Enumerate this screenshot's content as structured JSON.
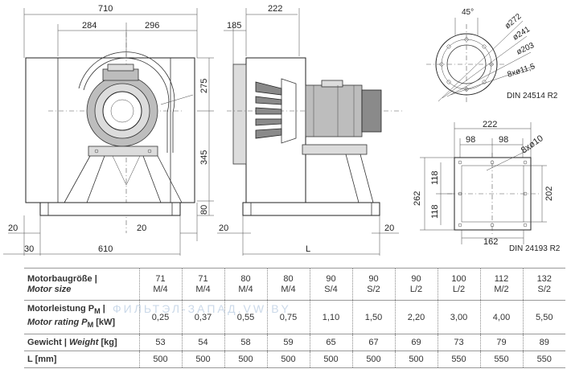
{
  "front_view": {
    "dim_total_width": "710",
    "dim_left_half": "284",
    "dim_right_half": "296",
    "dim_upper_height": "275",
    "dim_lower_height": "345",
    "dim_base_height": "80",
    "dim_left_offset": "20",
    "dim_right_offset": "20",
    "dim_bottom_offset": "30",
    "dim_bottom_width": "610"
  },
  "side_view": {
    "dim_depth": "222",
    "dim_inlet": "185",
    "dim_left_offset": "20",
    "dim_right_offset": "20",
    "dim_length": "L"
  },
  "round_flange": {
    "angle": "45°",
    "d1": "ø272",
    "d2": "ø241",
    "d3": "ø203",
    "holes": "8xø11,5",
    "standard": "DIN 24514 R2"
  },
  "square_flange": {
    "width": "222",
    "half_a": "98",
    "half_b": "98",
    "holes": "8xø10",
    "height_total": "262",
    "h1": "118",
    "h2": "118",
    "inner_height": "202",
    "inner_width": "162",
    "standard": "DIN 24193 R2"
  },
  "table": {
    "headers": {
      "motor_size_de": "Motorbaugröße |",
      "motor_size_en": "Motor size",
      "power_de": "Motorleistung P",
      "power_en": "Motor rating P",
      "sub_m": "M",
      "power_de_unit": " |",
      "power_en_unit": " [kW]",
      "weight_de": "Gewicht |",
      "weight_en": "Weight",
      "weight_unit": " [kg]",
      "length": "L [mm]"
    },
    "columns": [
      {
        "size_top": "71",
        "size_bottom": "M/4",
        "power": "0,25",
        "weight": "53",
        "length": "500"
      },
      {
        "size_top": "71",
        "size_bottom": "M/4",
        "power": "0,37",
        "weight": "54",
        "length": "500"
      },
      {
        "size_top": "80",
        "size_bottom": "M/4",
        "power": "0,55",
        "weight": "58",
        "length": "500"
      },
      {
        "size_top": "80",
        "size_bottom": "M/4",
        "power": "0,75",
        "weight": "59",
        "length": "500"
      },
      {
        "size_top": "90",
        "size_bottom": "S/4",
        "power": "1,10",
        "weight": "65",
        "length": "500"
      },
      {
        "size_top": "90",
        "size_bottom": "S/2",
        "power": "1,50",
        "weight": "67",
        "length": "500"
      },
      {
        "size_top": "90",
        "size_bottom": "L/2",
        "power": "2,20",
        "weight": "69",
        "length": "500"
      },
      {
        "size_top": "100",
        "size_bottom": "L/2",
        "power": "3,00",
        "weight": "73",
        "length": "550"
      },
      {
        "size_top": "112",
        "size_bottom": "M/2",
        "power": "4,00",
        "weight": "79",
        "length": "550"
      },
      {
        "size_top": "132",
        "size_bottom": "S/2",
        "power": "5,50",
        "weight": "89",
        "length": "550"
      }
    ]
  },
  "watermark": "ФИЛЬТЭЛ-ЗАПАД.VW.BY"
}
